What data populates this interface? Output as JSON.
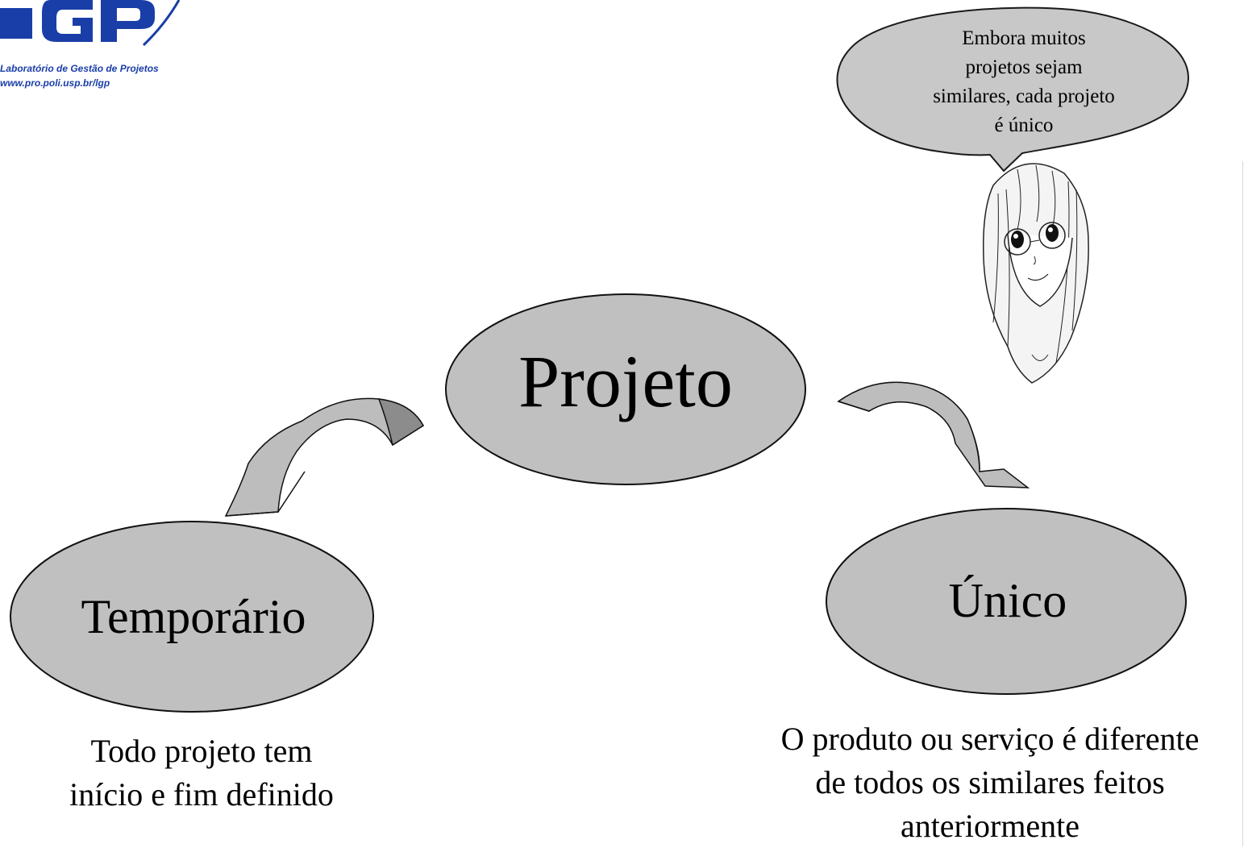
{
  "logo": {
    "mark": "LGP",
    "line1": "Laboratório de Gestão de Projetos",
    "line2": "www.pro.poli.usp.br/lgp"
  },
  "speech": {
    "lines": [
      "Embora muitos",
      "projetos sejam",
      "similares, cada projeto",
      "é único"
    ]
  },
  "center": {
    "label": "Projeto"
  },
  "left_node": {
    "label": "Temporário",
    "caption": [
      "Todo projeto tem",
      "início e fim definido"
    ]
  },
  "right_node": {
    "label": "Único",
    "caption": [
      "O produto ou serviço é diferente",
      "de todos os similares feitos",
      "anteriormente"
    ]
  },
  "colors": {
    "node_fill": "#c0c0c0",
    "bubble_fill": "#c8c8c8",
    "arrow_fill": "#bdbdbd",
    "arrow_head_fill": "#8c8c8c",
    "logo_blue": "#1a3ea8"
  }
}
